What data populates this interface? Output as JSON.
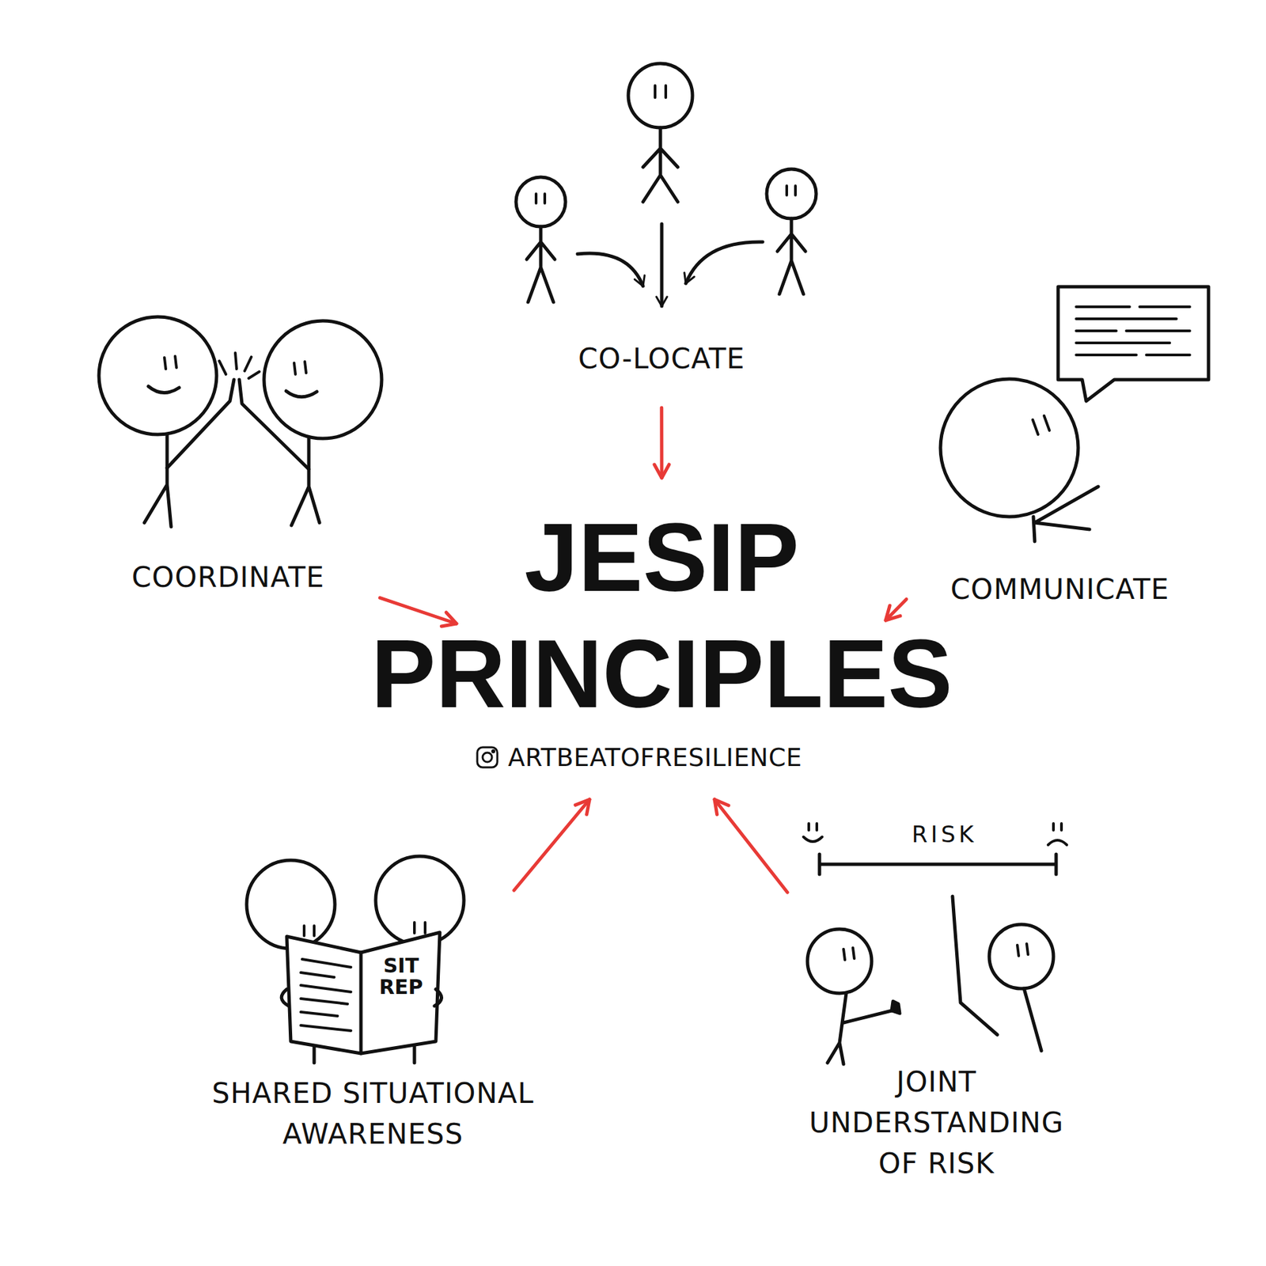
{
  "diagram": {
    "nodes": [
      {
        "text": [
          "CO-LOCATE"
        ]
      },
      {
        "text": [
          "COORDINATE"
        ]
      },
      {
        "text": [
          "JESIP PRINCIPLES"
        ]
      },
      {
        "text": [
          "COMMUNICATE"
        ]
      },
      {
        "text": [
          "SHARED SITUATIONAL AWARENESS"
        ]
      },
      {
        "text": [
          "JOINT UNDERSTANDING OF RISK"
        ]
      }
    ],
    "edges": [
      {
        "from": 0,
        "to": 2,
        "arrow": "to"
      },
      {
        "from": 1,
        "to": 2,
        "arrow": "to"
      },
      {
        "from": 3,
        "to": 2,
        "arrow": "to"
      },
      {
        "from": 4,
        "to": 2,
        "arrow": "to"
      },
      {
        "from": 5,
        "to": 2,
        "arrow": "to"
      }
    ],
    "labels": [
      "ARTBEATOFRESILIENCE",
      "RISK",
      "SIT REP"
    ]
  }
}
